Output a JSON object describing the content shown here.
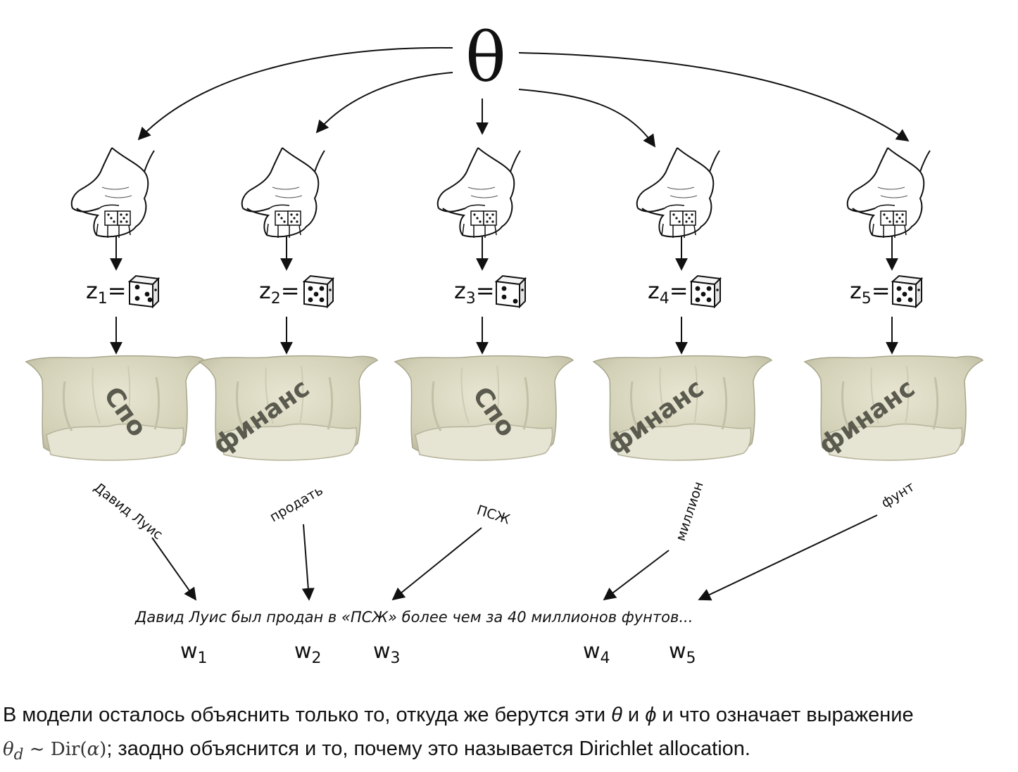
{
  "theta_symbol": "θ",
  "columns": [
    {
      "z_var": "z",
      "z_sub": "1",
      "word": "Давид Луис",
      "topic_text": "Спо",
      "w_var": "w",
      "w_sub": "1"
    },
    {
      "z_var": "z",
      "z_sub": "2",
      "word": "продать",
      "topic_text": "финанс",
      "w_var": "w",
      "w_sub": "2"
    },
    {
      "z_var": "z",
      "z_sub": "3",
      "word": "ПСЖ",
      "topic_text": "Спо",
      "w_var": "w",
      "w_sub": "3"
    },
    {
      "z_var": "z",
      "z_sub": "4",
      "word": "миллион",
      "topic_text": "финанс",
      "w_var": "w",
      "w_sub": "4"
    },
    {
      "z_var": "z",
      "z_sub": "5",
      "word": "фунт",
      "topic_text": "финанс",
      "w_var": "w",
      "w_sub": "5"
    }
  ],
  "sentence": "Давид Луис был продан в «ПСЖ» более чем за 40 миллионов фунтов...",
  "paragraph": {
    "line1_a": "В модели осталось объяснить только то, откуда же берутся эти ",
    "theta": "θ",
    "and": " и ",
    "phi": "ϕ",
    "line1_b": " и что означает выражение",
    "formula_theta": "θ",
    "formula_sub": "d",
    "formula_tilde": " ∼ ",
    "formula_dir": "Dir(",
    "formula_alpha": "α",
    "formula_close": ")",
    "line2": "; заодно объяснится и то, почему это называется Dirichlet allocation."
  },
  "colors": {
    "sack": "#d9d7c0",
    "sack_shadow": "#b9b79c",
    "ink": "#111111"
  }
}
